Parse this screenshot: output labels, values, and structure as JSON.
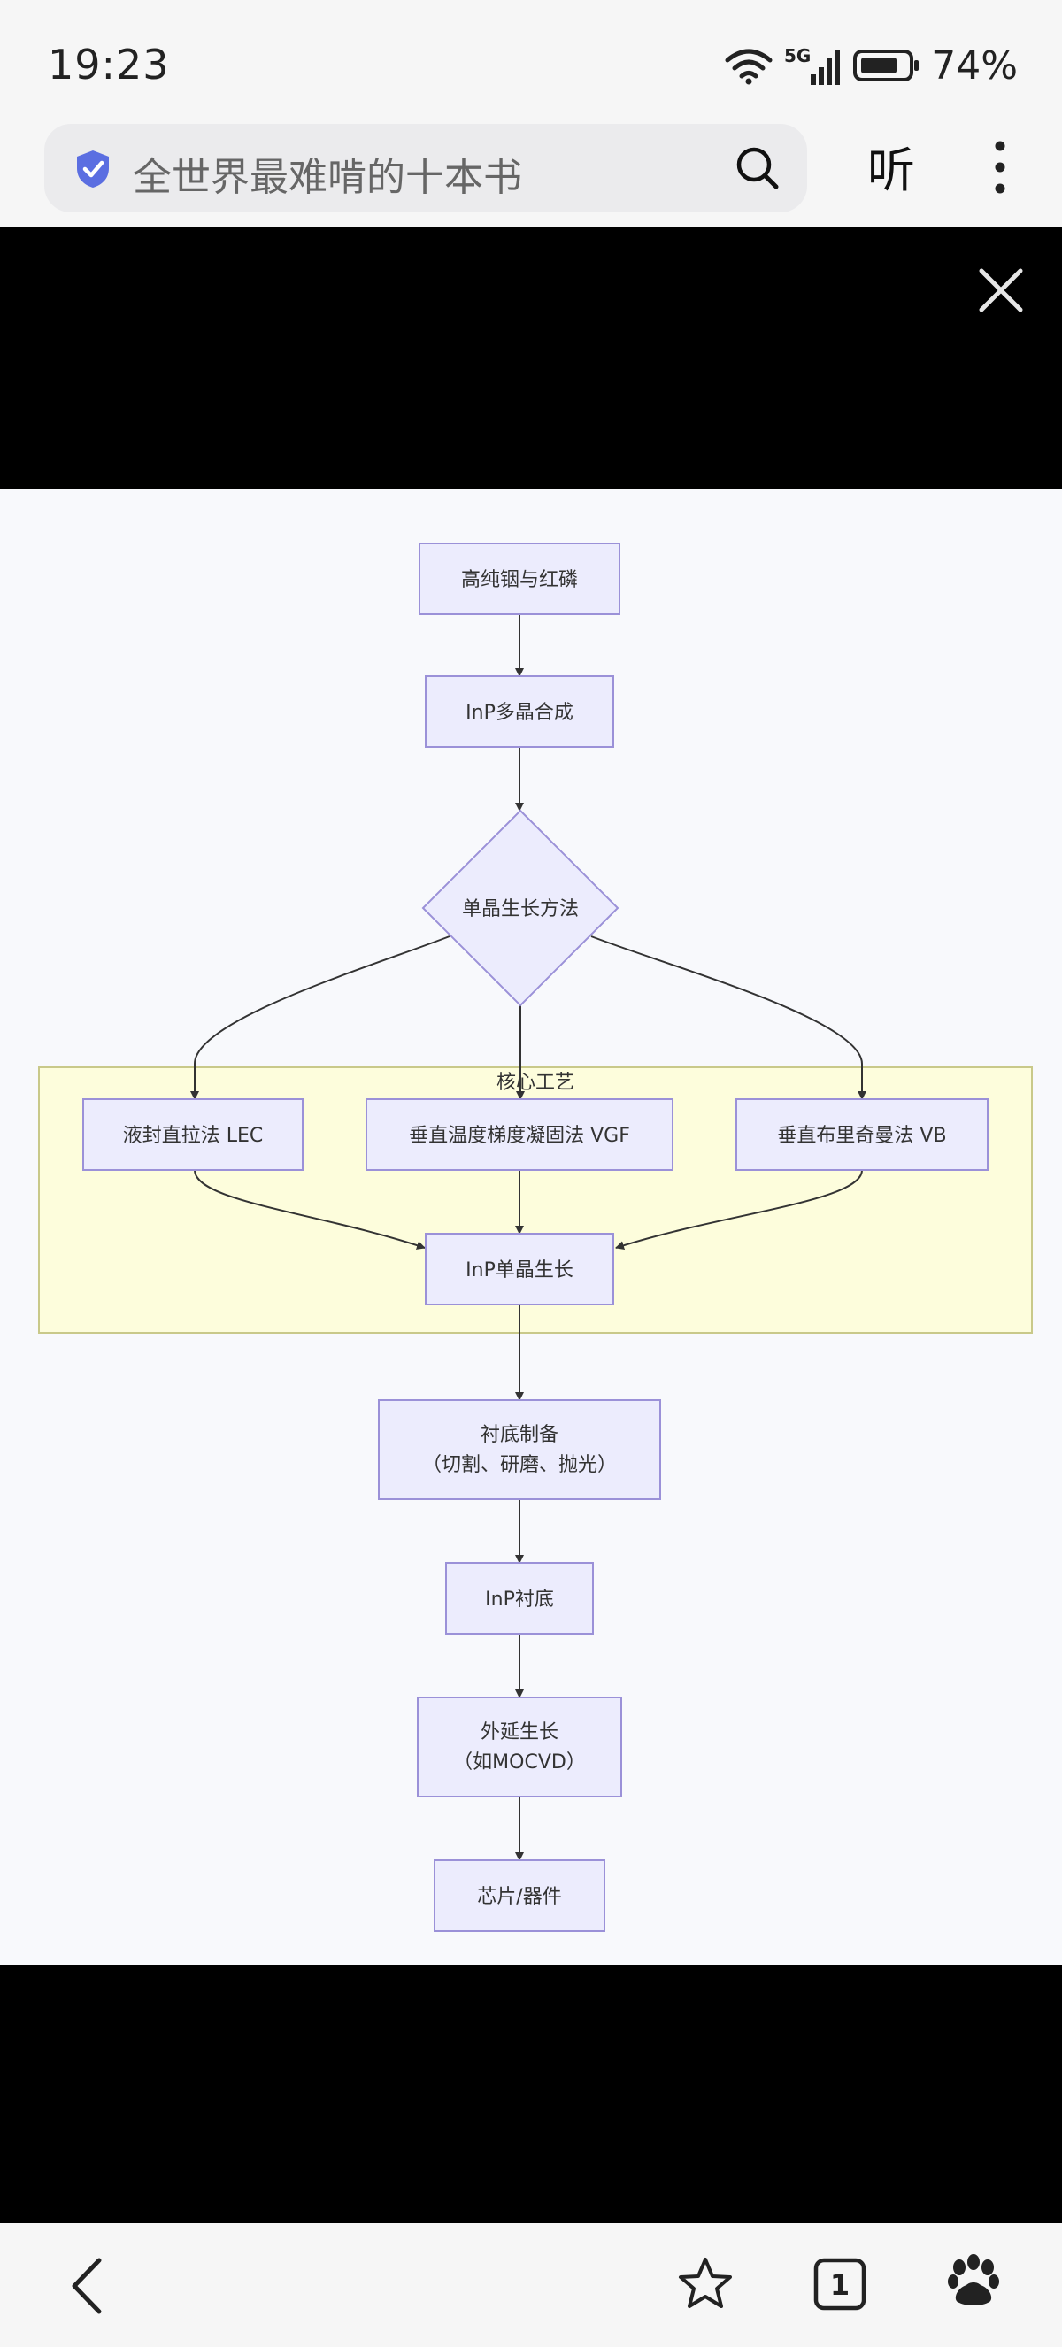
{
  "status_bar": {
    "time": "19:23",
    "network": "5G",
    "battery": "74%"
  },
  "address_bar": {
    "query": "全世界最难啃的十本书",
    "listen_label": "听"
  },
  "nav": {
    "tab_count": "1"
  },
  "diagram": {
    "nodes": {
      "raw": "高纯铟与红磷",
      "poly": "InP多晶合成",
      "method": "单晶生长方法",
      "lec": "液封直拉法 LEC",
      "vgf": "垂直温度梯度凝固法 VGF",
      "vb": "垂直布里奇曼法 VB",
      "single": "InP单晶生长",
      "sub_prep_1": "衬底制备",
      "sub_prep_2": "（切割、研磨、抛光）",
      "substrate": "InP衬底",
      "epi_1": "外延生长",
      "epi_2": "（如MOCVD）",
      "chip": "芯片/器件"
    },
    "cluster_label": "核心工艺",
    "colors": {
      "node_fill": "#ececfd",
      "node_stroke": "#9b91d8",
      "cluster_fill": "#fdfddc",
      "cluster_stroke": "#c9c98a",
      "edge": "#333333"
    }
  }
}
